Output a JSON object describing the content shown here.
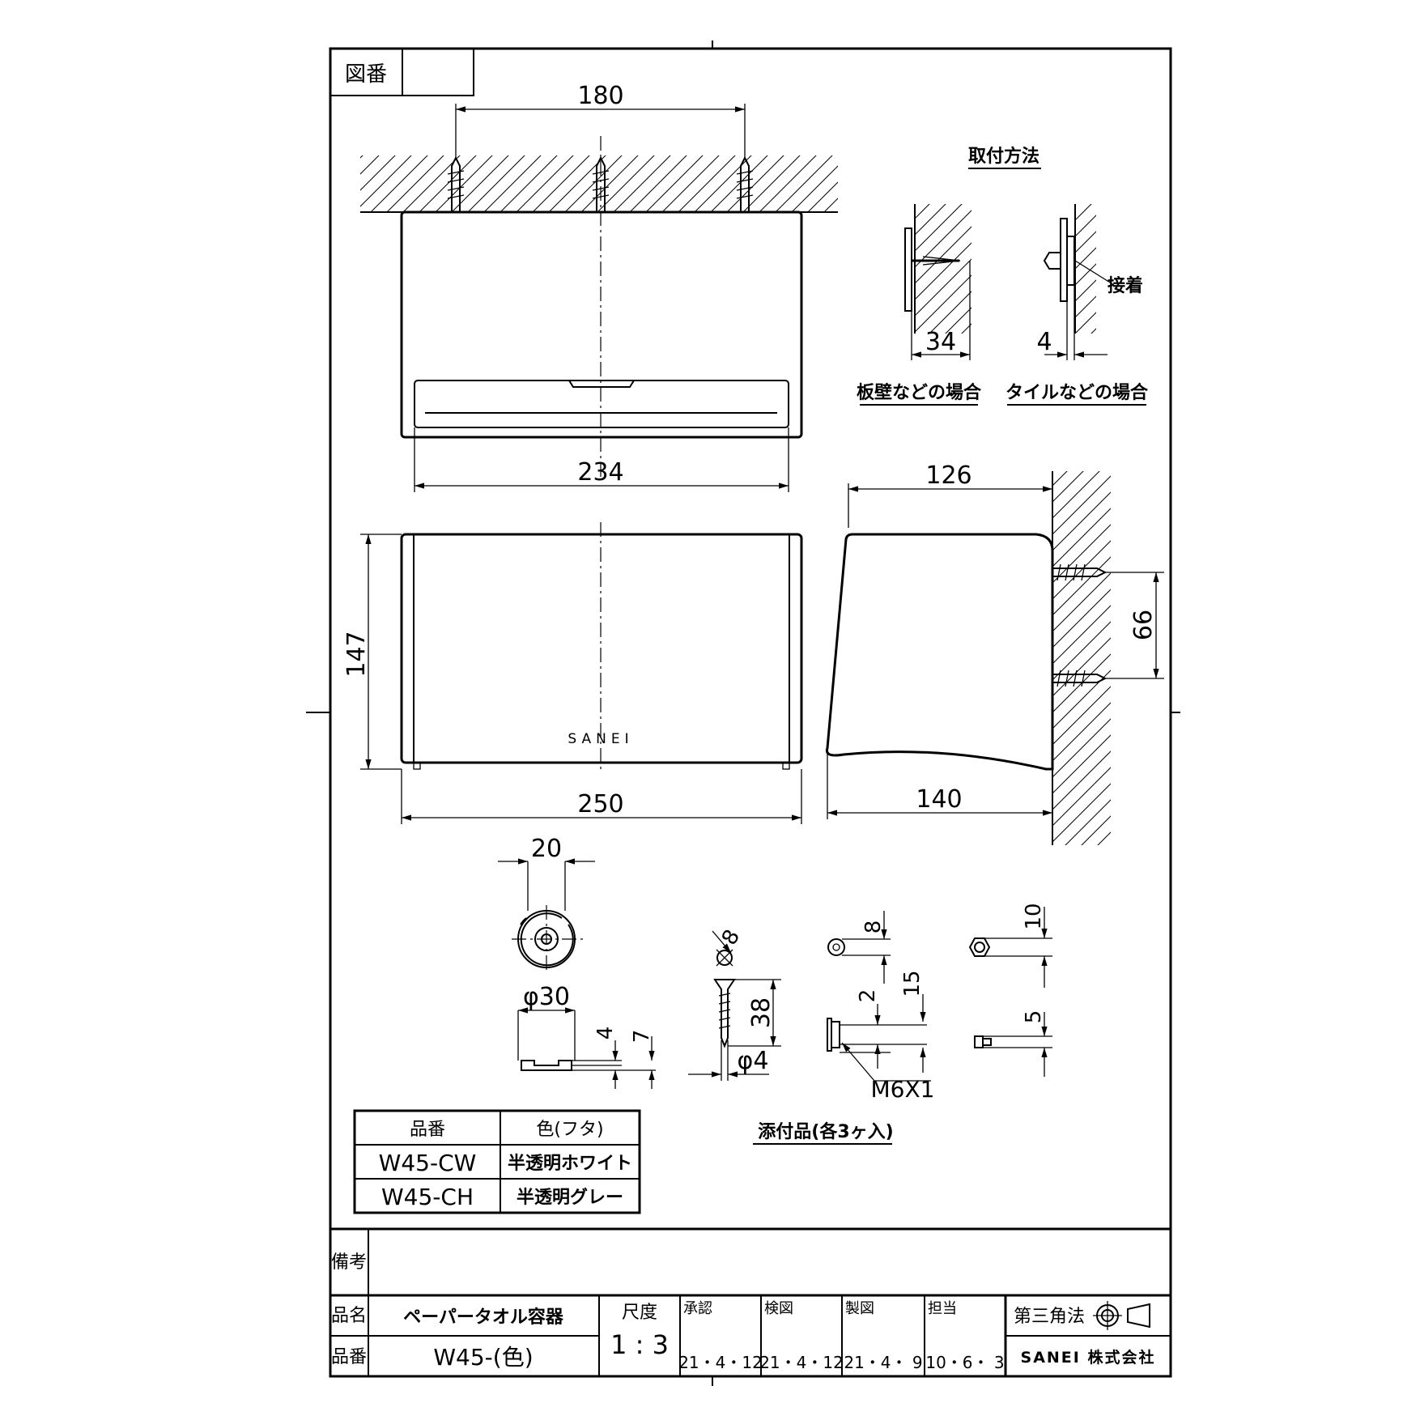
{
  "header": {
    "drawing_number_label": "図番",
    "drawing_number_value": ""
  },
  "views": {
    "top": {
      "dims": {
        "hole_pitch": "180",
        "lid_width": "234"
      }
    },
    "front": {
      "dims": {
        "height": "147",
        "width": "250"
      },
      "logo": "SANEI"
    },
    "side": {
      "dims": {
        "depth_top": "126",
        "screw_pitch": "66",
        "depth_bottom": "140"
      }
    }
  },
  "mounting": {
    "title": "取付方法",
    "adhesive_label": "接着",
    "board_wall": {
      "caption": "板壁などの場合",
      "dim": "34"
    },
    "tile_wall": {
      "caption": "タイルなどの場合",
      "dim": "4"
    }
  },
  "accessories": {
    "caption": "添付品(各3ヶ入)",
    "washer": {
      "dims": [
        "20",
        "φ30",
        "4",
        "7"
      ]
    },
    "screw": {
      "dims": [
        "8",
        "38",
        "φ4"
      ]
    },
    "nut_small": {
      "dims": [
        "8",
        "2",
        "15"
      ],
      "thread": "M6X1"
    },
    "nut_hex": {
      "dims": [
        "10",
        "5"
      ]
    }
  },
  "color_table": {
    "headers": [
      "品番",
      "色(フタ)"
    ],
    "rows": [
      {
        "code": "W45-CW",
        "color": "半透明ホワイト"
      },
      {
        "code": "W45-CH",
        "color": "半透明グレー"
      }
    ]
  },
  "title_block": {
    "remarks_label": "備考",
    "name_label": "品名",
    "name_value": "ペーパータオル容器",
    "number_label": "品番",
    "number_value": "W45-(色)",
    "scale_label": "尺度",
    "scale_value": "1 : 3",
    "approvals": [
      {
        "label": "承認",
        "date": "21・4・12"
      },
      {
        "label": "検図",
        "date": "21・4・12"
      },
      {
        "label": "製図",
        "date": "21・4・ 9"
      },
      {
        "label": "担当",
        "date": "10・6・ 3"
      }
    ],
    "projection_label": "第三角法",
    "company": "SANEI 株式会社"
  }
}
